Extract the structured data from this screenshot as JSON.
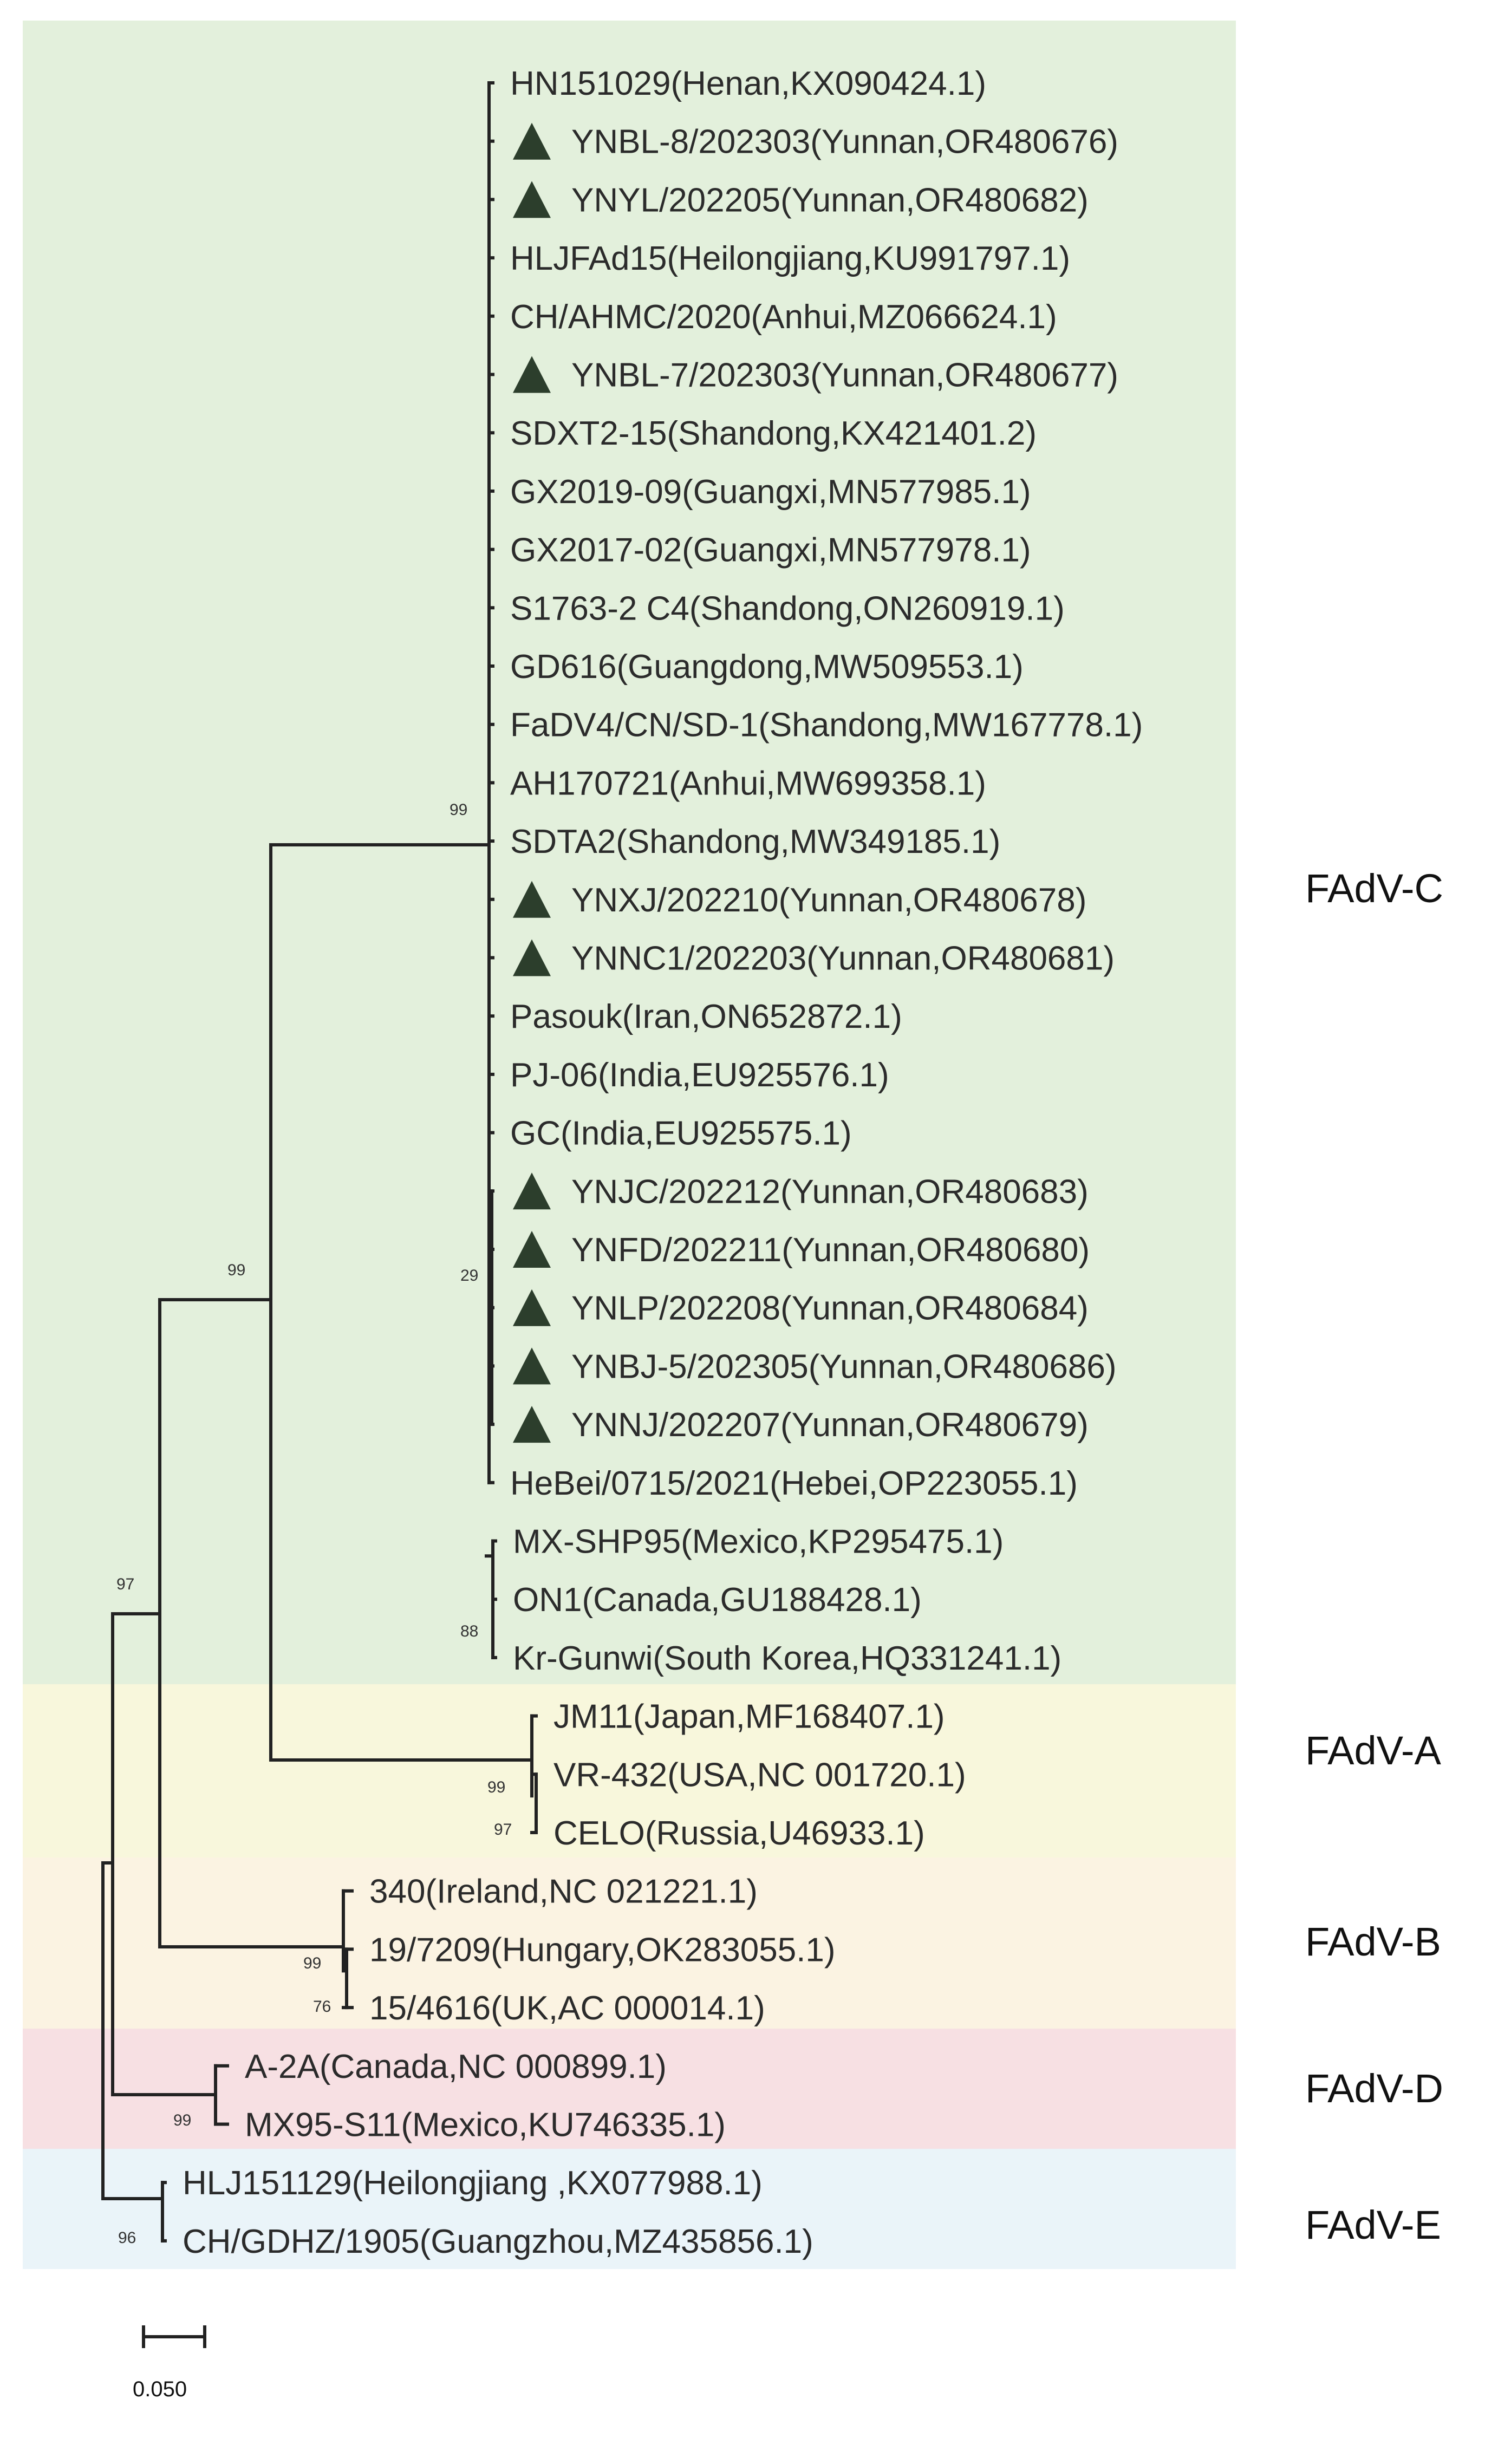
{
  "colors": {
    "FAdV-C": "#e3f0dc",
    "FAdV-A": "#f8f7dc",
    "FAdV-B": "#fbf3e2",
    "FAdV-D": "#f7e0e3",
    "FAdV-E": "#eaf4f9",
    "branch": "#222222",
    "marker": "#2c3e2c"
  },
  "leaves": [
    {
      "label": "HN151029(Henan,KX090424.1)",
      "marked": false
    },
    {
      "label": "YNBL-8/202303(Yunnan,OR480676)",
      "marked": true
    },
    {
      "label": "YNYL/202205(Yunnan,OR480682)",
      "marked": true
    },
    {
      "label": "HLJFAd15(Heilongjiang,KU991797.1)",
      "marked": false
    },
    {
      "label": "CH/AHMC/2020(Anhui,MZ066624.1)",
      "marked": false
    },
    {
      "label": "YNBL-7/202303(Yunnan,OR480677)",
      "marked": true
    },
    {
      "label": "SDXT2-15(Shandong,KX421401.2)",
      "marked": false
    },
    {
      "label": "GX2019-09(Guangxi,MN577985.1)",
      "marked": false
    },
    {
      "label": "GX2017-02(Guangxi,MN577978.1)",
      "marked": false
    },
    {
      "label": "S1763-2 C4(Shandong,ON260919.1)",
      "marked": false
    },
    {
      "label": "GD616(Guangdong,MW509553.1)",
      "marked": false
    },
    {
      "label": "FaDV4/CN/SD-1(Shandong,MW167778.1)",
      "marked": false
    },
    {
      "label": "AH170721(Anhui,MW699358.1)",
      "marked": false
    },
    {
      "label": "SDTA2(Shandong,MW349185.1)",
      "marked": false
    },
    {
      "label": "YNXJ/202210(Yunnan,OR480678)",
      "marked": true
    },
    {
      "label": "YNNC1/202203(Yunnan,OR480681)",
      "marked": true
    },
    {
      "label": "Pasouk(Iran,ON652872.1)",
      "marked": false
    },
    {
      "label": "PJ-06(India,EU925576.1)",
      "marked": false
    },
    {
      "label": "GC(India,EU925575.1)",
      "marked": false
    },
    {
      "label": "YNJC/202212(Yunnan,OR480683)",
      "marked": true
    },
    {
      "label": "YNFD/202211(Yunnan,OR480680)",
      "marked": true
    },
    {
      "label": "YNLP/202208(Yunnan,OR480684)",
      "marked": true
    },
    {
      "label": "YNBJ-5/202305(Yunnan,OR480686)",
      "marked": true
    },
    {
      "label": "YNNJ/202207(Yunnan,OR480679)",
      "marked": true
    },
    {
      "label": "HeBei/0715/2021(Hebei,OP223055.1)",
      "marked": false
    },
    {
      "label": "MX-SHP95(Mexico,KP295475.1)",
      "marked": false
    },
    {
      "label": "ON1(Canada,GU188428.1)",
      "marked": false
    },
    {
      "label": "Kr-Gunwi(South Korea,HQ331241.1)",
      "marked": false
    },
    {
      "label": "JM11(Japan,MF168407.1)",
      "marked": false
    },
    {
      "label": "VR-432(USA,NC 001720.1)",
      "marked": false
    },
    {
      "label": "CELO(Russia,U46933.1)",
      "marked": false
    },
    {
      "label": "340(Ireland,NC 021221.1)",
      "marked": false
    },
    {
      "label": "19/7209(Hungary,OK283055.1)",
      "marked": false
    },
    {
      "label": "15/4616(UK,AC 000014.1)",
      "marked": false
    },
    {
      "label": "A-2A(Canada,NC 000899.1)",
      "marked": false
    },
    {
      "label": "MX95-S11(Mexico,KU746335.1)",
      "marked": false
    },
    {
      "label": "HLJ151129(Heilongjiang ,KX077988.1)",
      "marked": false
    },
    {
      "label": "CH/GDHZ/1905(Guangzhou,MZ435856.1)",
      "marked": false
    }
  ],
  "clades": [
    {
      "name": "FAdV-C"
    },
    {
      "name": "FAdV-A"
    },
    {
      "name": "FAdV-B"
    },
    {
      "name": "FAdV-D"
    },
    {
      "name": "FAdV-E"
    }
  ],
  "bootstrap": [
    "99",
    "99",
    "97",
    "29",
    "88",
    "99",
    "97",
    "99",
    "76",
    "99",
    "96"
  ],
  "scale_bar": {
    "value": 0.05,
    "label": "0.050"
  }
}
